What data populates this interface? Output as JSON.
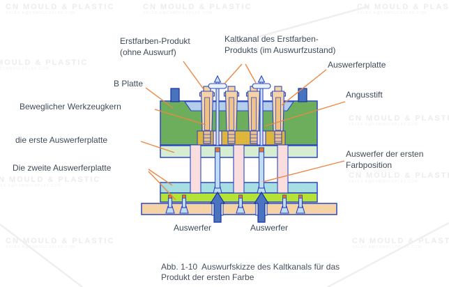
{
  "diagram": {
    "labels": {
      "erstfarben_produkt": "Erstfarben-Produkt\n(ohne Auswurf)",
      "kaltkanal": "Kaltkanal des Erstfarben-\nProdukts (im Auswurfzustand)",
      "auswerferplatte": "Auswerferplatte",
      "b_platte": "B Platte",
      "angusstift": "Angusstift",
      "beweglicher_werkzeugkern": "Beweglicher Werkzeugkern",
      "erste_auswerferplatte": "die erste Auswerferplatte",
      "zweite_auswerferplatte": "Die zweite Auswerferplatte",
      "auswerfer_erste_farbposition": "Auswerfer der ersten\nFarbposition",
      "auswerfer_links": "Auswerfer",
      "auswerfer_rechts": "Auswerfer"
    },
    "caption": "Abb. 1-10  Auswurfskizze des Kaltkanals für das\nProdukt der ersten Farbe"
  },
  "watermark": {
    "line1": "CN MOULD & PLASTIC",
    "line2": "SALES.A@CNMOULDPLAS.COM"
  },
  "colors": {
    "outline_blue": "#2a46c5",
    "leader_orange": "#ec8742",
    "label_text": "#3f4a58",
    "b_plate_green": "#6cae5b",
    "stripper_plate_blue": "#b3cdea",
    "product_tan": "#f6d3a4",
    "core_tan": "#f1c288",
    "insert_yellow": "#dfb63c",
    "first_ejector_plate_green": "#d6edd1",
    "support_pillar_pink": "#f9dedd",
    "second_ejector_plate_cyan": "#a6dee2",
    "second_ejector_plate_lime": "#b5e335",
    "base_plate_tan": "#f6d3a4",
    "pin_blue": "#bfdcf2",
    "pin_tip_orange": "#e2772a",
    "arrow_blue": "#4a74c0",
    "watermark_gray": "#ececec"
  }
}
